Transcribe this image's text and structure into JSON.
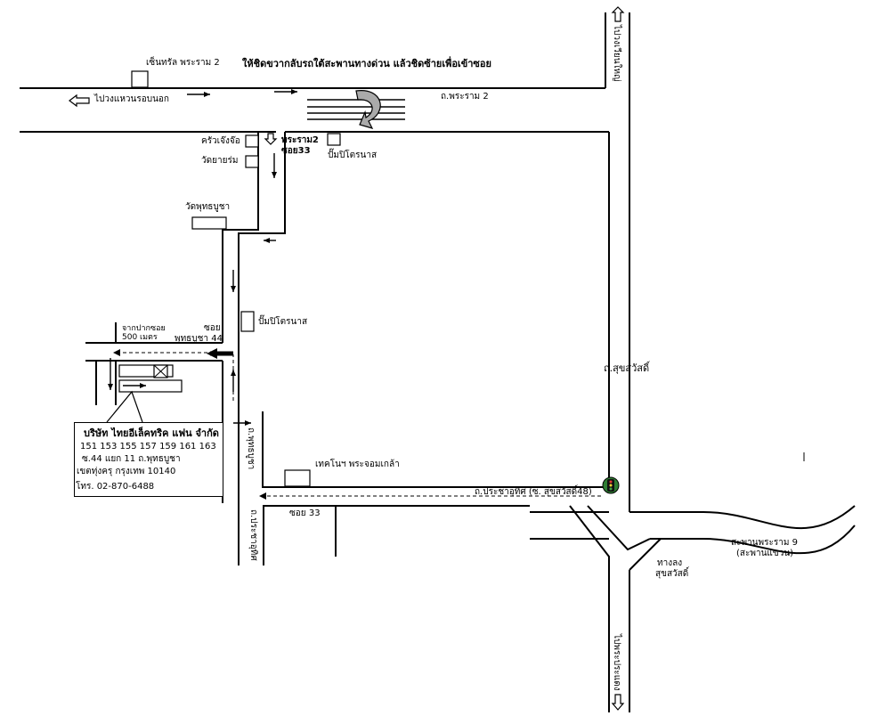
{
  "top_instruction": "ให้ชิดขวากลับรถใต้สะพานทางด่วน แล้วชิดซ้ายเพื่อเข้าซอย",
  "landmarks": {
    "central_rama2": "เซ็นทรัล พระราม 2",
    "to_outer_ring": "ไปวงแหวนรอบนอก",
    "rama2_road": "ถ.พระราม 2",
    "to_wongwian_yai": "ไปวงเวียนใหญ่",
    "khrua_jeng_jo": "ครัวเจ๊งจ๊อ",
    "wat_yai_rom": "วัดยายร่ม",
    "rama2_soi33": [
      "พระราม2",
      "ซอย33"
    ],
    "ptt_top": "ปั๊มปิโตรนาส",
    "wat_phutthabucha": "วัดพุทธบูชา",
    "ptt_middle": "ปั๊มปิโตรนาส",
    "from_soi_mouth": [
      "จากปากซอย",
      "500 เมตร"
    ],
    "soi_phutthabucha_44": [
      "ซอย",
      "พุทธบูชา 44"
    ],
    "suksawat_road": "ถ.สุขสวัสดิ์",
    "phutthabucha_road": "ถ.พุทธบูชา",
    "kmutt": "เทคโนฯ พระจอมเกล้า",
    "pracha_uthit_road_main": "ถ.ประชาอุทิศ  (ซ. สุขสวัสดิ์48)",
    "pracha_uthit_road_vert": "ถ.ประชาอุทิศ",
    "soi33": "ซอย 33",
    "rama9_bridge": [
      "สะพานพระราม 9",
      "(สะพานแขวน)"
    ],
    "suksawat_exit": [
      "ทางลง",
      "สุขสวัสดิ์"
    ],
    "to_phra_pradaeng": "ไปพระประแดง"
  },
  "company": {
    "name": "บริษัท ไทยอีเล็คทริค แฟน จำกัด",
    "address_lines": [
      "151 153 155 157 159 161 163",
      "ซ.44 แยก 11  ถ.พุทธบูชา",
      "เขตทุ่งครุ กรุงเทพ 10140",
      "โทร. 02-870-6488"
    ]
  },
  "icons": [
    "traffic-light-icon",
    "factory-marker-icon",
    "u-turn-arrow-icon"
  ]
}
